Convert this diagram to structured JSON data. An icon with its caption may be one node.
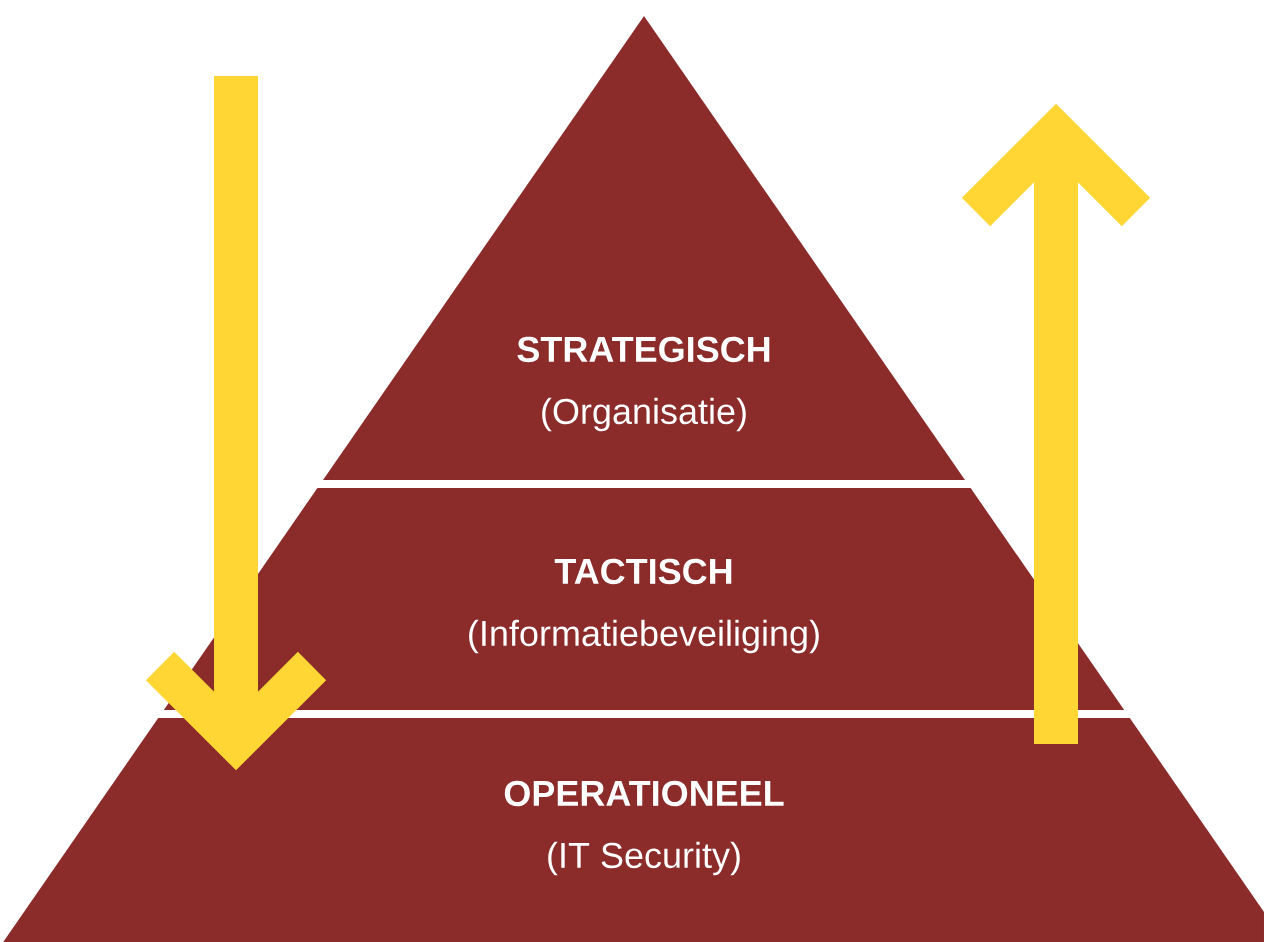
{
  "diagram": {
    "nodes": [
      {
        "text": [
          "STRATEGISCH",
          "(Organisatie)"
        ]
      },
      {
        "text": [
          "TACTISCH",
          "(Informatiebeveiliging)"
        ]
      },
      {
        "text": [
          "OPERATIONEEL",
          "(IT Security)"
        ]
      }
    ]
  }
}
